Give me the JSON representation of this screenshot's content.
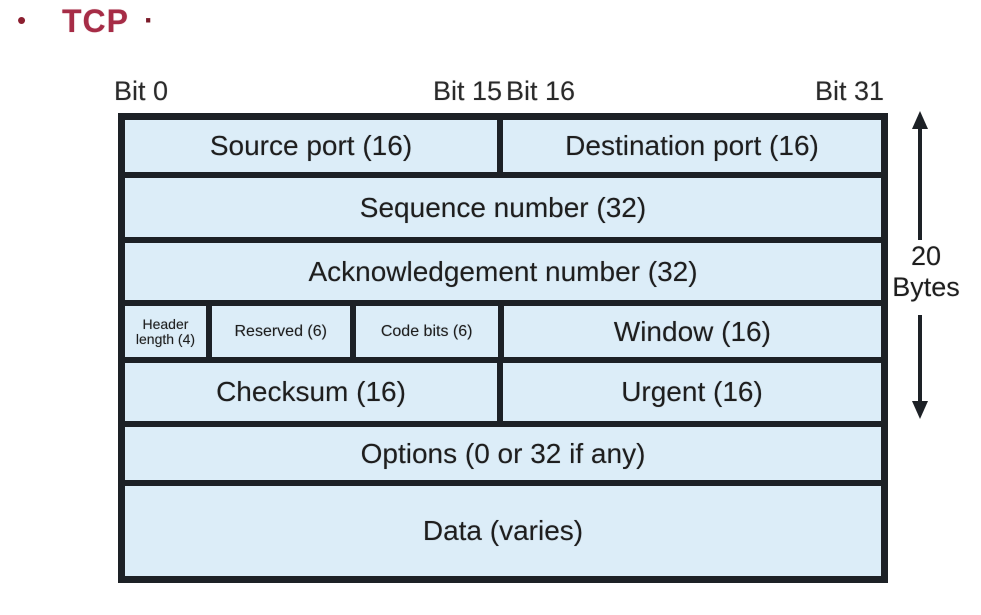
{
  "title": {
    "bullet": "•",
    "text": "TCP",
    "trailing_dot": "·"
  },
  "bit_labels": {
    "bit0": "Bit 0",
    "bit15": "Bit 15",
    "bit16": "Bit 16",
    "bit31": "Bit 31"
  },
  "header_table": {
    "rows": [
      {
        "cells": [
          {
            "label": "Source port (16)"
          },
          {
            "label": "Destination port (16)"
          }
        ]
      },
      {
        "cells": [
          {
            "label": "Sequence number (32)"
          }
        ]
      },
      {
        "cells": [
          {
            "label": "Acknowledgement number (32)"
          }
        ]
      },
      {
        "cells": [
          {
            "label": "Header length (4)"
          },
          {
            "label": "Reserved (6)"
          },
          {
            "label": "Code bits (6)"
          },
          {
            "label": "Window (16)"
          }
        ]
      },
      {
        "cells": [
          {
            "label": "Checksum (16)"
          },
          {
            "label": "Urgent (16)"
          }
        ]
      },
      {
        "cells": [
          {
            "label": "Options (0 or 32 if any)"
          }
        ]
      },
      {
        "cells": [
          {
            "label": "Data (varies)"
          }
        ]
      }
    ]
  },
  "size_annotation": {
    "value": "20",
    "unit": "Bytes"
  },
  "colors": {
    "cell_fill": "#dcedf8",
    "border": "#1d2126",
    "title": "#a62c46",
    "label_text": "#1e1e1e"
  }
}
